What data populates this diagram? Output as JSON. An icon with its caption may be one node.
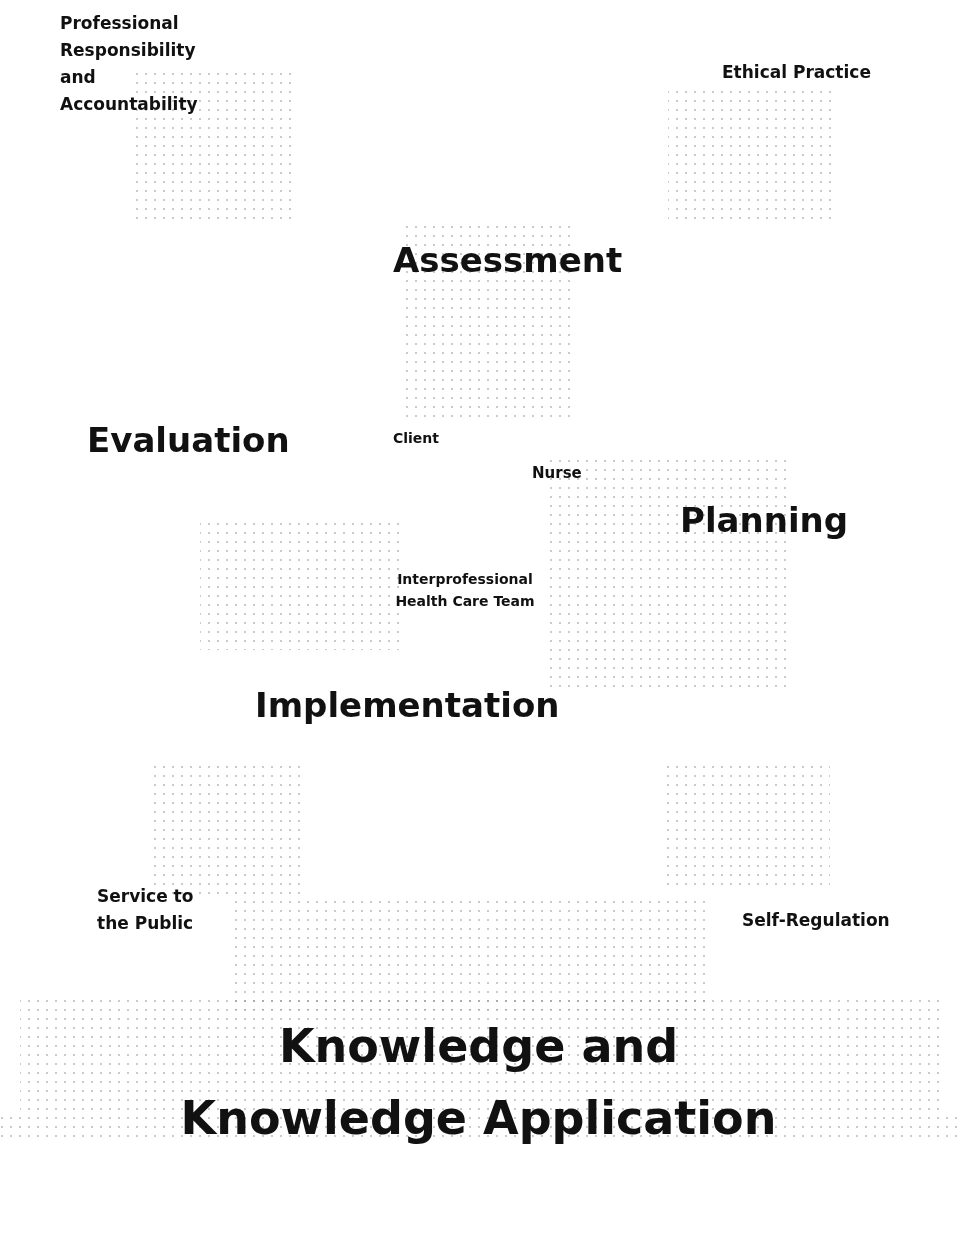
{
  "diagram": {
    "labels": [
      "Professional Responsibility and Accountability",
      "Ethical Practice",
      "Assessment",
      "Evaluation",
      "Client",
      "Nurse",
      "Planning",
      "Interprofessional Health Care Team",
      "Implementation",
      "Service to the Public",
      "Self-Regulation",
      "Knowledge and Knowledge Application"
    ]
  }
}
